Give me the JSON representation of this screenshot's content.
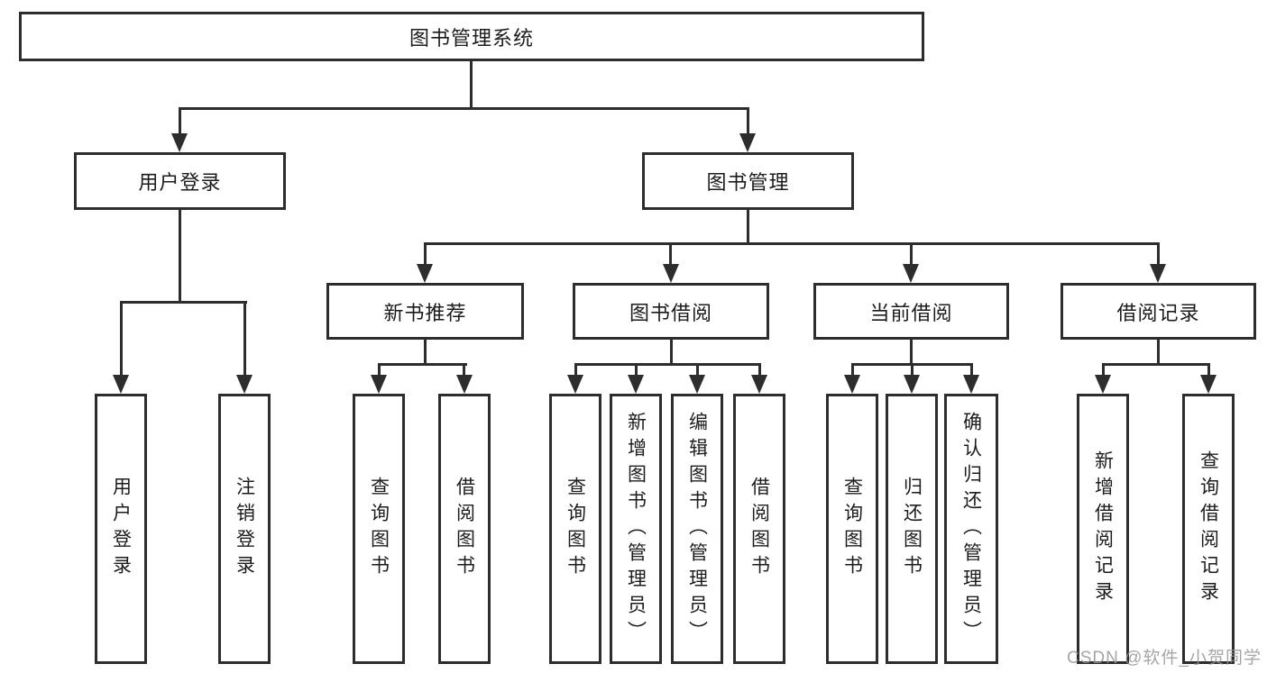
{
  "diagram": {
    "title": "图书管理系统",
    "root": {
      "label": "图书管理系统"
    },
    "level2": [
      {
        "label": "用户登录"
      },
      {
        "label": "图书管理"
      }
    ],
    "level3": [
      {
        "label": "新书推荐"
      },
      {
        "label": "图书借阅"
      },
      {
        "label": "当前借阅"
      },
      {
        "label": "借阅记录"
      }
    ],
    "leaves": [
      {
        "label": "用户登录",
        "parent": "用户登录"
      },
      {
        "label": "注销登录",
        "parent": "用户登录"
      },
      {
        "label": "查询图书",
        "parent": "新书推荐"
      },
      {
        "label": "借阅图书",
        "parent": "新书推荐"
      },
      {
        "label": "查询图书",
        "parent": "图书借阅"
      },
      {
        "label": "新增图书（管理员）",
        "parent": "图书借阅"
      },
      {
        "label": "编辑图书（管理员）",
        "parent": "图书借阅"
      },
      {
        "label": "借阅图书",
        "parent": "图书借阅"
      },
      {
        "label": "查询图书",
        "parent": "当前借阅"
      },
      {
        "label": "归还图书",
        "parent": "当前借阅"
      },
      {
        "label": "确认归还（管理员）",
        "parent": "当前借阅"
      },
      {
        "label": "新增借阅记录",
        "parent": "借阅记录"
      },
      {
        "label": "查询借阅记录",
        "parent": "借阅记录"
      }
    ]
  },
  "watermark": {
    "text": "CSDN @软件_小贺同学"
  },
  "colors": {
    "line": "#2d2d2d",
    "text": "#1c1c1c",
    "watermark": "#969696"
  }
}
